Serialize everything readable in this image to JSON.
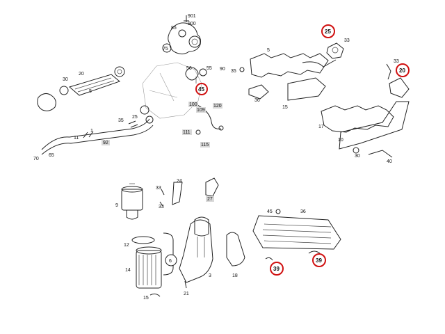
{
  "panels": {
    "exhaust_turbo": {
      "labels": [
        "901",
        "900",
        "85",
        "75",
        "20",
        "30",
        "5",
        "56",
        "55",
        "90",
        "45",
        "35",
        "25",
        "100",
        "109",
        "120",
        "111",
        "115",
        "65",
        "70",
        "92",
        "1",
        "11"
      ],
      "boxed_labels": [
        "92",
        "100",
        "109",
        "120",
        "111",
        "115"
      ],
      "highlighted": [
        "45"
      ]
    },
    "exhaust_manifold": {
      "labels": [
        "25",
        "33",
        "5",
        "35",
        "36",
        "15",
        "33",
        "20",
        "17",
        "10",
        "30",
        "40"
      ],
      "highlighted": [
        "25",
        "20"
      ]
    },
    "oil_filter_cooler": {
      "labels": [
        "9",
        "24",
        "33",
        "33",
        "27",
        "12",
        "6",
        "14",
        "3",
        "18",
        "45",
        "36",
        "39",
        "39",
        "15",
        "21"
      ],
      "boxed_labels": [
        "27"
      ],
      "highlighted": [
        "39",
        "39"
      ]
    }
  },
  "colors": {
    "highlight": "#d01010",
    "label_box": "#d8d8d8",
    "line": "#222222"
  }
}
